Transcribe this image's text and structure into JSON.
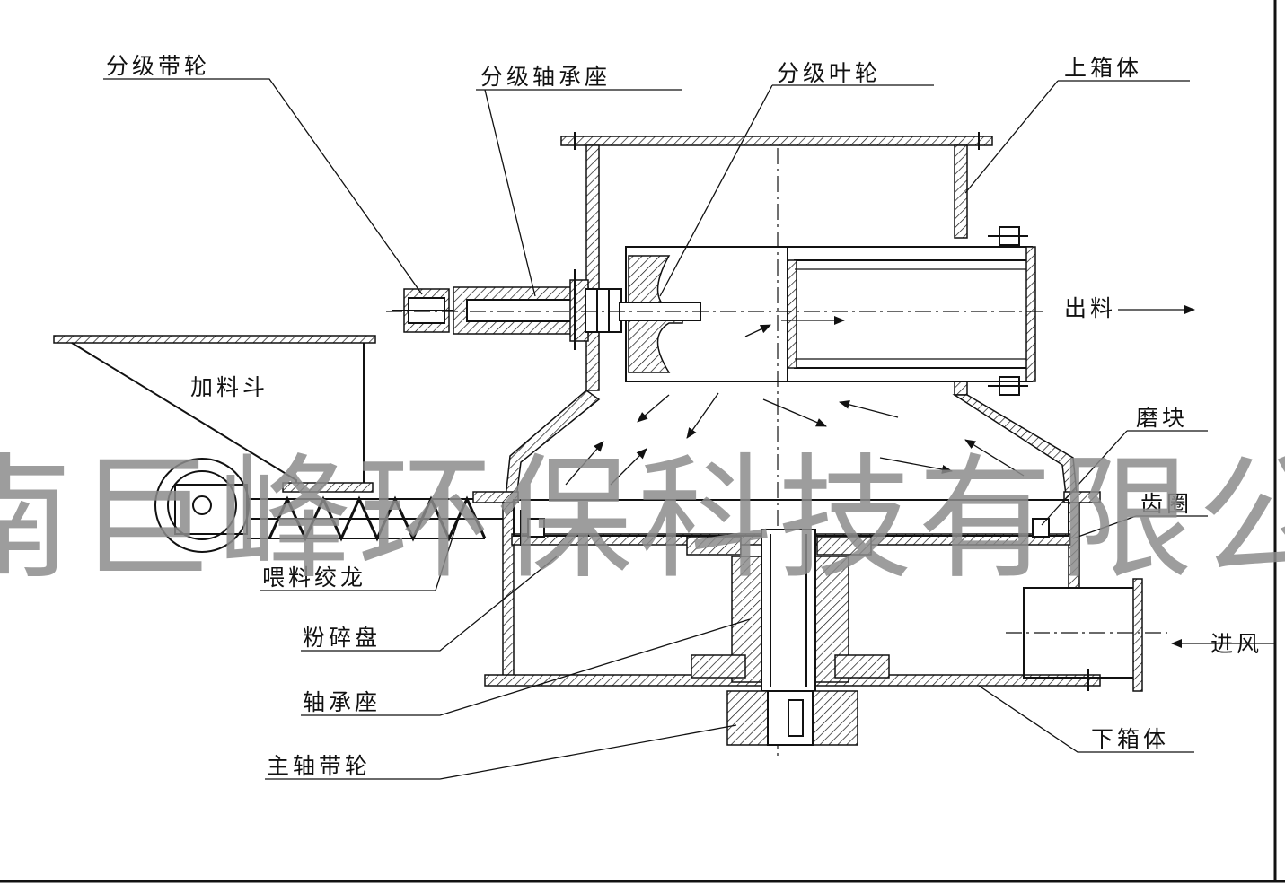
{
  "labels": {
    "classifier_pulley": "分级带轮",
    "classifier_bearing_seat": "分级轴承座",
    "classifier_impeller": "分级叶轮",
    "upper_box": "上箱体",
    "discharge": "出料",
    "hopper": "加料斗",
    "grinding_block": "磨块",
    "gear_ring": "齿圈",
    "feed_screw": "喂料绞龙",
    "crushing_disc": "粉碎盘",
    "air_inlet": "进风",
    "bearing_seat": "轴承座",
    "lower_box": "下箱体",
    "main_shaft_pulley": "主轴带轮"
  },
  "watermark": "南巨峰环保科技有限公"
}
